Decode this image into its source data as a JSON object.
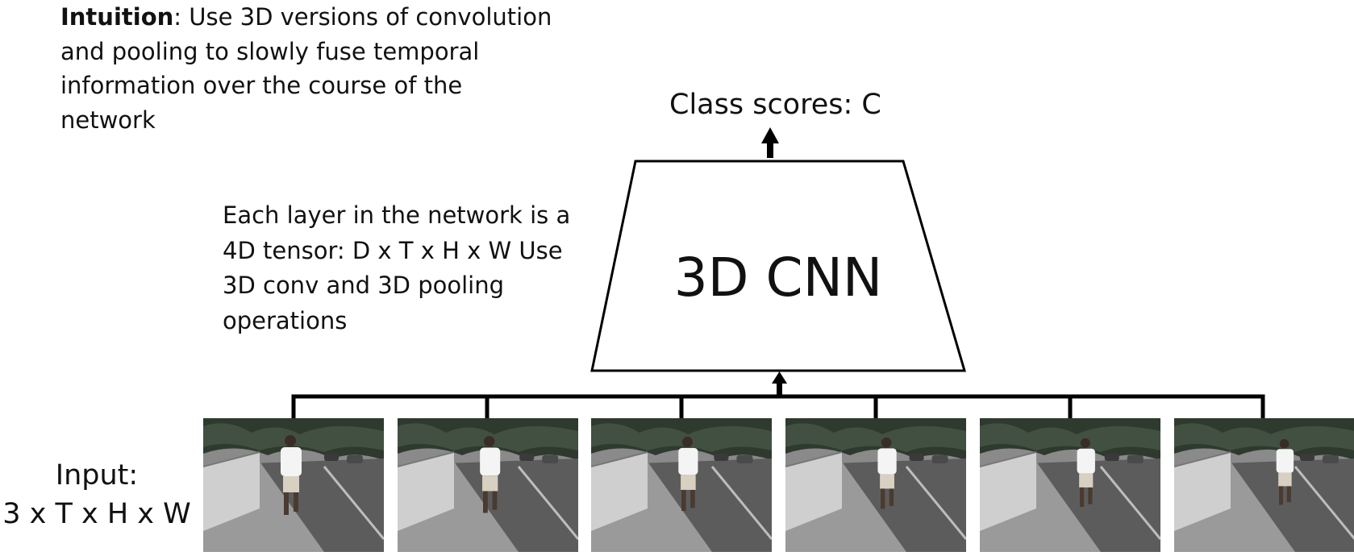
{
  "intuition": {
    "label": "Intuition",
    "text": ": Use 3D versions of convolution and pooling to slowly fuse temporal information over the course of the network"
  },
  "layer_note": {
    "text": "Each layer in the network is a 4D tensor: D x T x H x W Use 3D conv and 3D pooling operations"
  },
  "output": {
    "label": "Class scores: C"
  },
  "network": {
    "label": "3D CNN"
  },
  "input": {
    "label_line1": "Input:",
    "label_line2": "3 x T x H x W"
  },
  "frames": [
    {
      "runner_offset": 0.0
    },
    {
      "runner_offset": 0.1
    },
    {
      "runner_offset": 0.2
    },
    {
      "runner_offset": 0.3
    },
    {
      "runner_offset": 0.4
    },
    {
      "runner_offset": 0.5
    }
  ],
  "colors": {
    "line": "#000000",
    "background": "#ffffff"
  }
}
